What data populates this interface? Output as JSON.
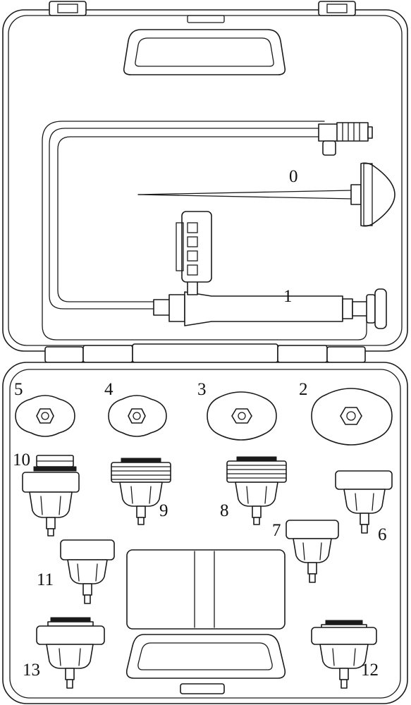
{
  "diagram": {
    "labels": {
      "p0": "0",
      "p1": "1",
      "p2": "2",
      "p3": "3",
      "p4": "4",
      "p5": "5",
      "p6": "6",
      "p7": "7",
      "p8": "8",
      "p9": "9",
      "p10": "10",
      "p11": "11",
      "p12": "12",
      "p13": "13"
    }
  }
}
